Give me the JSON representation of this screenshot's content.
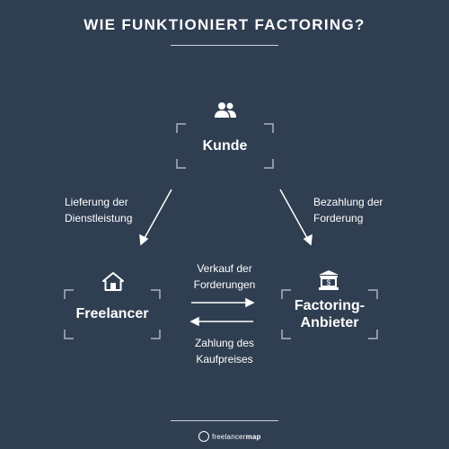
{
  "title": "WIE FUNKTIONIERT FACTORING?",
  "nodes": {
    "kunde": {
      "label": "Kunde",
      "icon": "people-icon"
    },
    "freelancer": {
      "label": "Freelancer",
      "icon": "house-icon"
    },
    "anbieter": {
      "line1": "Factoring-",
      "line2": "Anbieter",
      "icon": "bank-icon"
    }
  },
  "edges": {
    "lieferung": {
      "line1": "Lieferung der",
      "line2": "Dienstleistung"
    },
    "bezahlung": {
      "line1": "Bezahlung der",
      "line2": "Forderung"
    },
    "verkauf": {
      "line1": "Verkauf der",
      "line2": "Forderungen"
    },
    "zahlung": {
      "line1": "Zahlung des",
      "line2": "Kaufpreises"
    }
  },
  "logo": {
    "part1": "freelancer",
    "part2": "map"
  },
  "colors": {
    "background": "#2f3e51",
    "foreground": "#ffffff",
    "rule": "#c9d1db"
  }
}
